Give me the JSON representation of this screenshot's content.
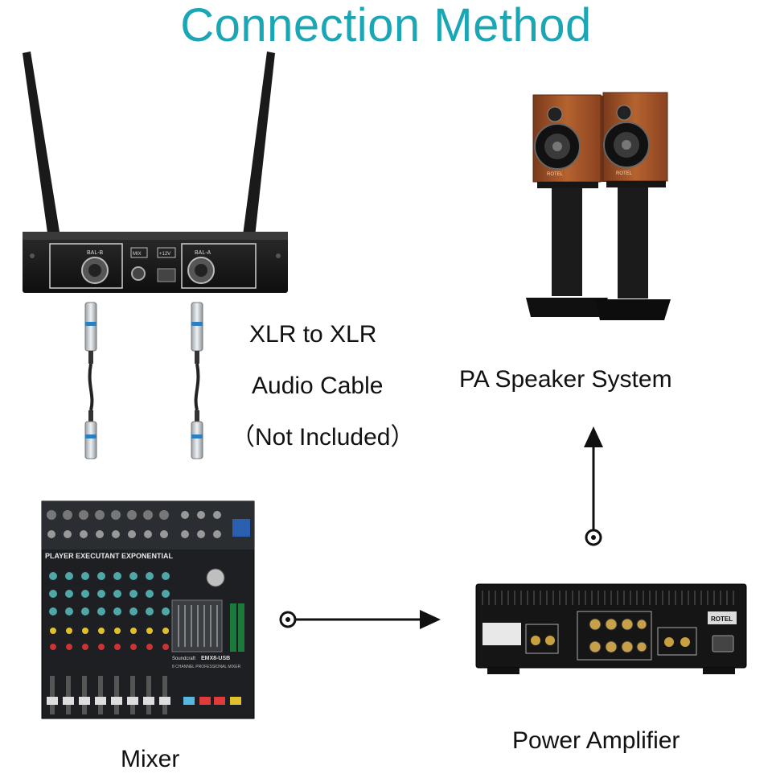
{
  "title": "Connection Method",
  "cable_label": {
    "line1": "XLR to XLR",
    "line2": "Audio Cable",
    "line3": "（Not Included）"
  },
  "receiver": {
    "port_left": "BAL-B",
    "port_mix": "MIX",
    "port_power": "+12V",
    "port_right": "BAL-A"
  },
  "speaker_label": "PA Speaker System",
  "mixer_label": "Mixer",
  "mixer": {
    "banner": "PLAYER EXECUTANT EXPONENTIAL",
    "brand": "Soundcraft",
    "model": "EMX8-USB",
    "subtitle": "8 CHANNEL PROFESSIONAL MIXER"
  },
  "amplifier_label": "Power Amplifier",
  "amplifier": {
    "brand": "ROTEL"
  },
  "speaker_badge": "ROTEL",
  "colors": {
    "title": "#1aa6b4",
    "wood": "#a0522d",
    "device": "#1c1c1c",
    "accent_blue": "#2c7fbf"
  }
}
